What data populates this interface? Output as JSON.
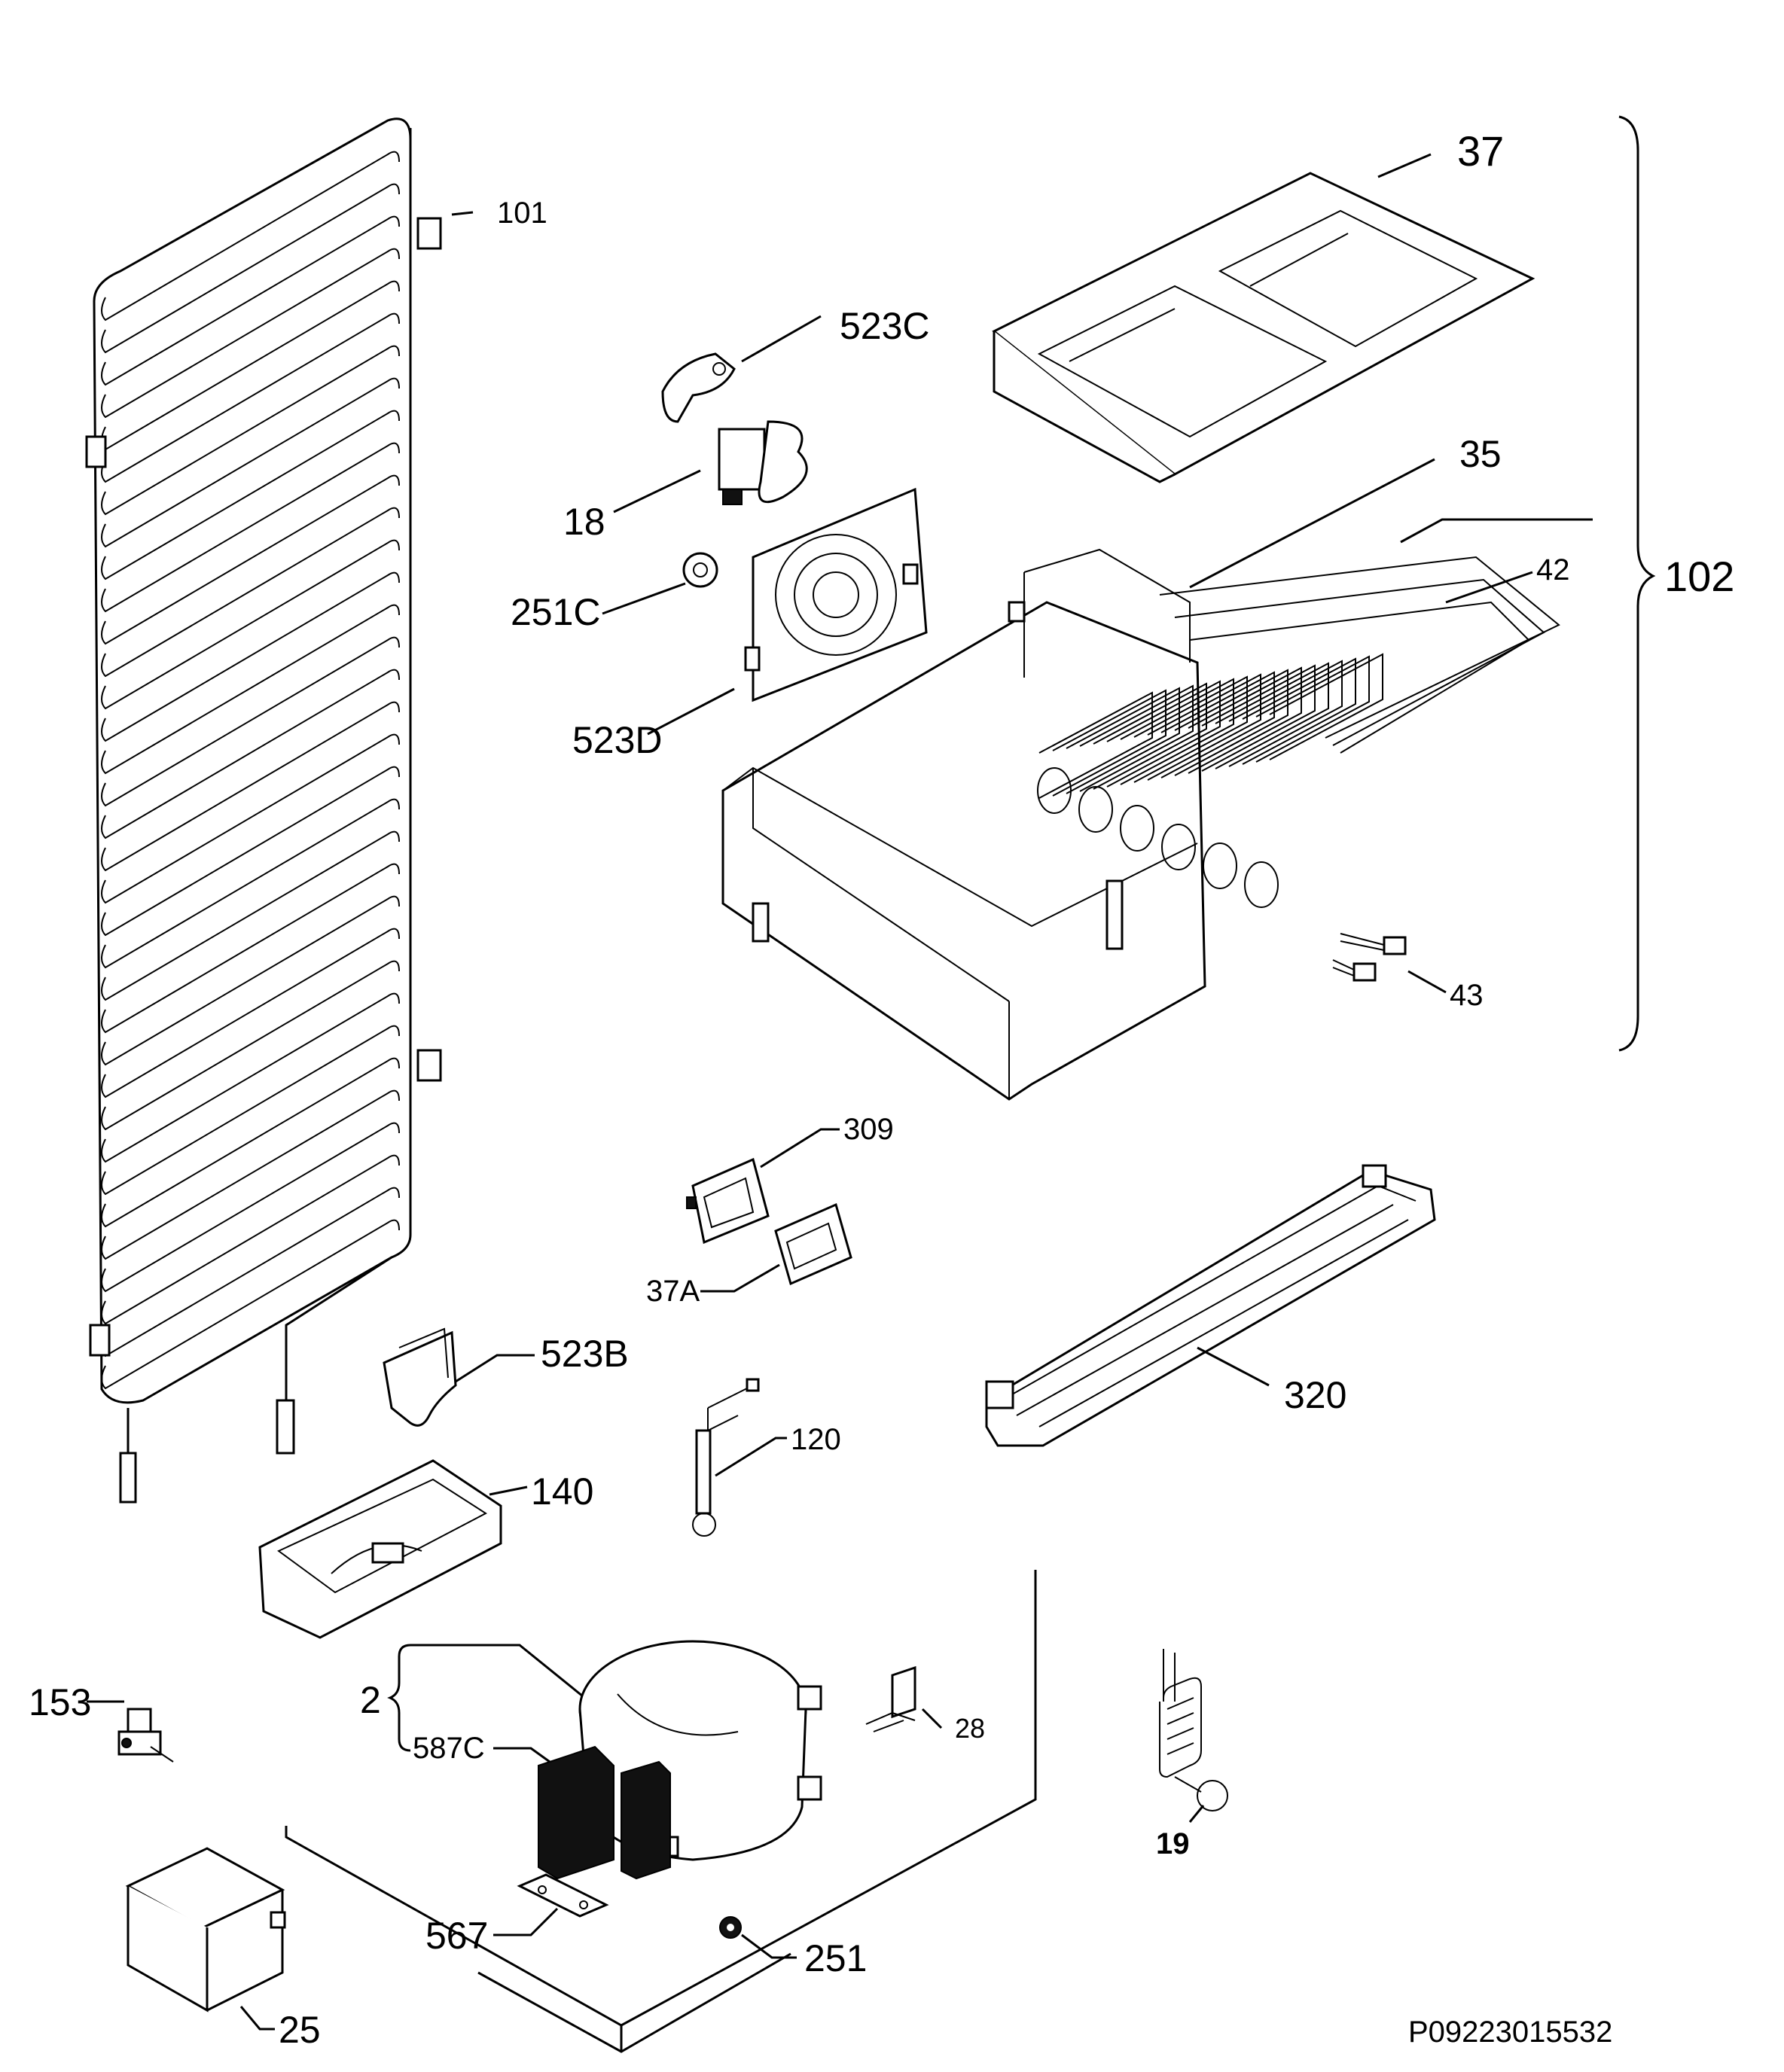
{
  "labels": {
    "p101": "101",
    "p37": "37",
    "p523C": "523C",
    "p18": "18",
    "p251C": "251C",
    "p523D": "523D",
    "p35": "35",
    "p42": "42",
    "p102": "102",
    "p43": "43",
    "p309": "309",
    "p37A": "37A",
    "p320": "320",
    "p523B": "523B",
    "p120": "120",
    "p140": "140",
    "p153": "153",
    "p2": "2",
    "p587C": "587C",
    "p28": "28",
    "p19": "19",
    "p567": "567",
    "p251": "251",
    "p25": "25"
  },
  "diagram_id": "P09223015532"
}
